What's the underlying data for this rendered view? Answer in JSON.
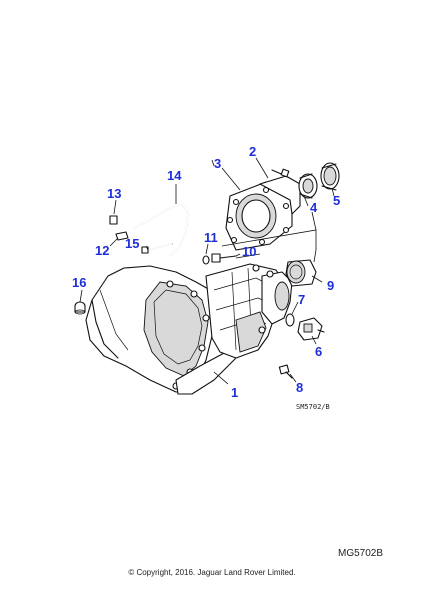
{
  "callouts": [
    {
      "id": "1",
      "label": "1"
    },
    {
      "id": "2",
      "label": "2"
    },
    {
      "id": "3",
      "label": "3"
    },
    {
      "id": "4",
      "label": "4"
    },
    {
      "id": "5",
      "label": "5"
    },
    {
      "id": "6",
      "label": "6"
    },
    {
      "id": "7",
      "label": "7"
    },
    {
      "id": "8",
      "label": "8"
    },
    {
      "id": "9",
      "label": "9"
    },
    {
      "id": "10",
      "label": "10"
    },
    {
      "id": "11",
      "label": "11"
    },
    {
      "id": "12",
      "label": "12"
    },
    {
      "id": "13",
      "label": "13"
    },
    {
      "id": "14",
      "label": "14"
    },
    {
      "id": "15",
      "label": "15"
    },
    {
      "id": "16",
      "label": "16"
    }
  ],
  "drawing_code": "SM5702/B",
  "reference_code": "MG5702B",
  "copyright": "© Copyright, 2016. Jaguar Land Rover Limited.",
  "colors": {
    "callout": "#1f2fd6",
    "line": "#111111"
  }
}
